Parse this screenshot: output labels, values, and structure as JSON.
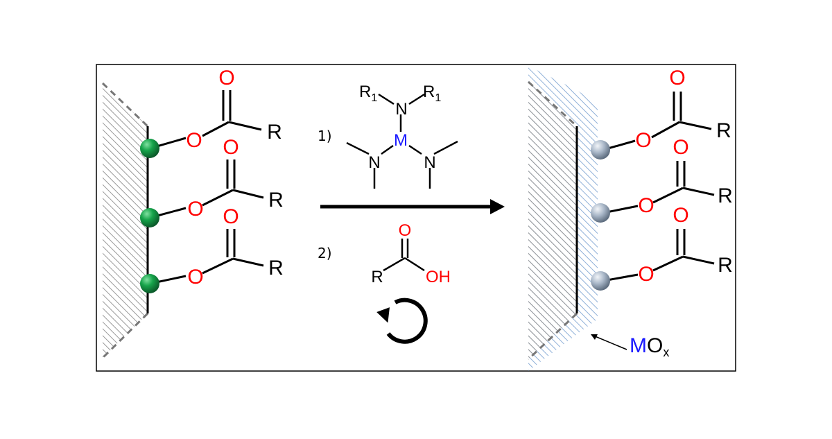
{
  "colors": {
    "frame": "#000000",
    "oxygen": "#ff0000",
    "metal_label": "#1a1aff",
    "ligand_text": "#000000",
    "hatch_gray": "#9a9a9a",
    "hatch_blue": "#8fb0d8",
    "green_sphere": "#16a34a",
    "gray_sphere": "#a9b7c8"
  },
  "left_panel": {
    "groups": [
      {
        "o_ester": "O",
        "o_carbonyl": "O",
        "r": "R"
      },
      {
        "o_ester": "O",
        "o_carbonyl": "O",
        "r": "R"
      },
      {
        "o_ester": "O",
        "o_carbonyl": "O",
        "r": "R"
      }
    ]
  },
  "reaction": {
    "step1_label": "1)",
    "step2_label": "2)",
    "precursor": {
      "r1_left": "R",
      "r1_left_sub": "1",
      "r1_right": "R",
      "r1_right_sub": "1",
      "n_top": "N",
      "metal": "M",
      "n_left": "N",
      "n_right": "N"
    },
    "acid": {
      "o_carbonyl": "O",
      "r": "R",
      "oh": "OH"
    },
    "cycle_icon": "circular-arrow-icon"
  },
  "right_panel": {
    "groups": [
      {
        "o_ester": "O",
        "o_carbonyl": "O",
        "r": "R"
      },
      {
        "o_ester": "O",
        "o_carbonyl": "O",
        "r": "R"
      },
      {
        "o_ester": "O",
        "o_carbonyl": "O",
        "r": "R"
      }
    ],
    "mox_metal": "M",
    "mox_o": "O",
    "mox_sub": "x"
  }
}
